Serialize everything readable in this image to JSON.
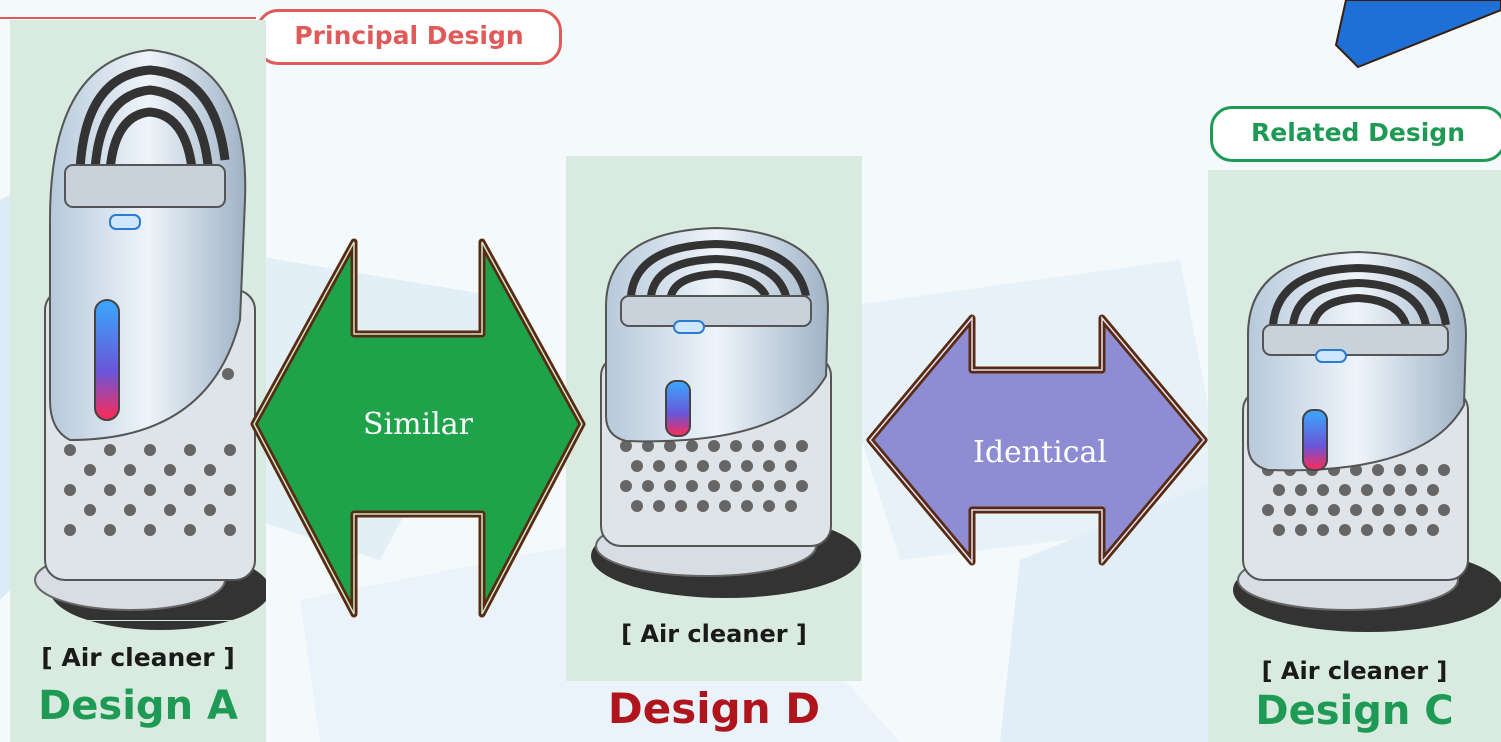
{
  "badges": {
    "principal": "Principal Design",
    "related": "Related Design"
  },
  "designs": [
    {
      "caption": "[ Air cleaner ]",
      "title": "Design A",
      "title_color": "#1f9a55"
    },
    {
      "caption": "[ Air cleaner ]",
      "title": "Design D",
      "title_color": "#b0151d"
    },
    {
      "caption": "[ Air cleaner ]",
      "title": "Design C",
      "title_color": "#1f9a55"
    }
  ],
  "arrows": {
    "similar": {
      "label": "Similar",
      "fill": "#1ea34a"
    },
    "identical": {
      "label": "Identical",
      "fill": "#8e8dd3"
    }
  },
  "colors": {
    "principal_border": "#e05a5a",
    "principal_text": "#e05a5a",
    "related_border": "#1f9a55",
    "related_text": "#1f9a55",
    "arrow_outline": "#5a2a10",
    "corner_shape": "#1e6fd6"
  }
}
